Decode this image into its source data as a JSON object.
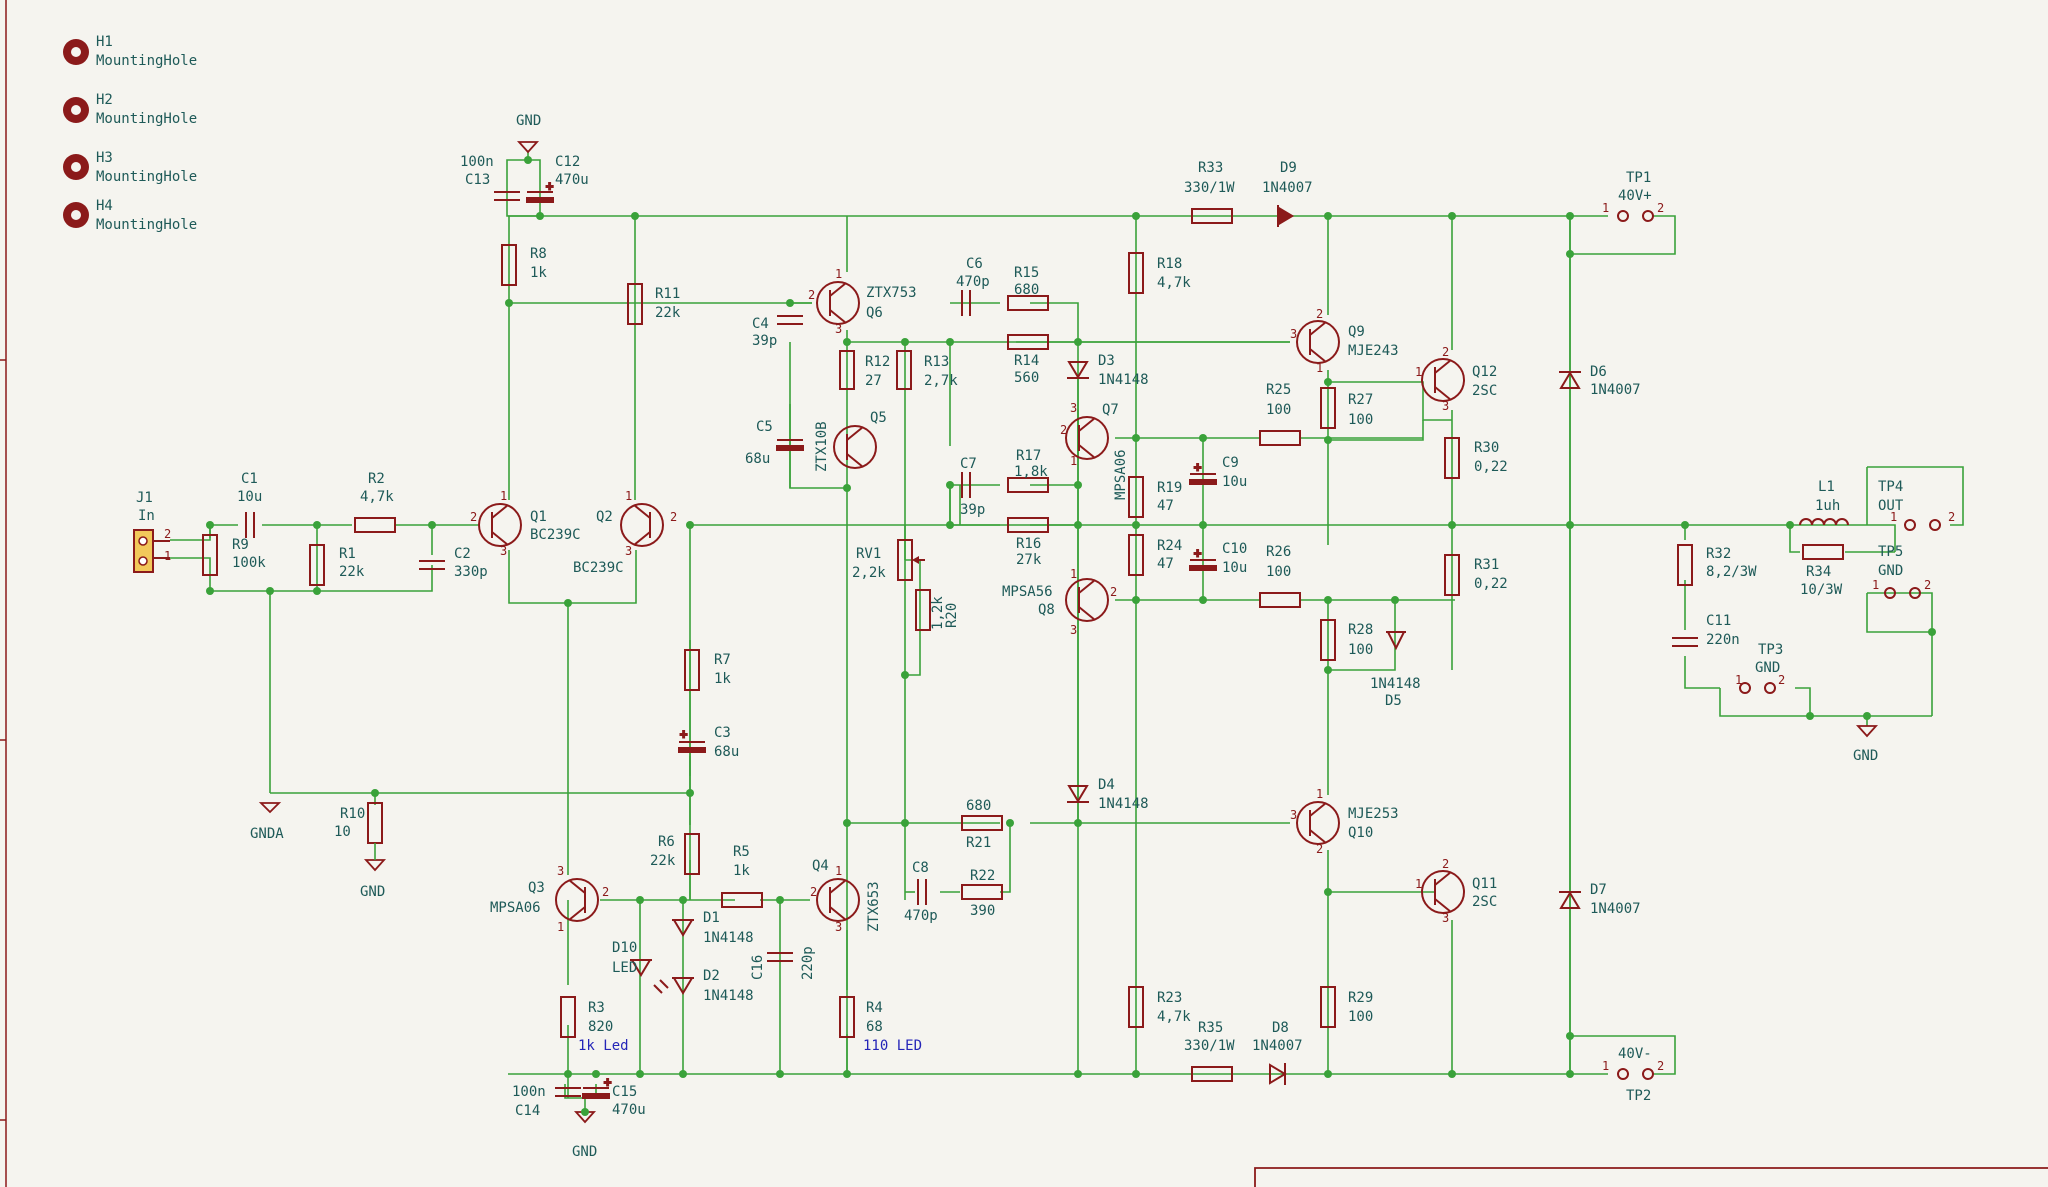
{
  "holes": [
    {
      "ref": "H1",
      "value": "MountingHole"
    },
    {
      "ref": "H2",
      "value": "MountingHole"
    },
    {
      "ref": "H3",
      "value": "MountingHole"
    },
    {
      "ref": "H4",
      "value": "MountingHole"
    }
  ],
  "labels": {
    "J1": "J1",
    "In": "In",
    "C1": "C1",
    "C1v": "10u",
    "R2": "R2",
    "R2v": "4,7k",
    "R9": "R9",
    "R9v": "100k",
    "R1": "R1",
    "R1v": "22k",
    "C2": "C2",
    "C2v": "330p",
    "Q1": "Q1",
    "Q1v": "BC239C",
    "Q2": "Q2",
    "Q2v": "BC239C",
    "GND_top": "GND",
    "C13": "C13",
    "C13v": "100n",
    "C12": "C12",
    "C12v": "470u",
    "R8": "R8",
    "R8v": "1k",
    "R11": "R11",
    "R11v": "22k",
    "C4": "C4",
    "C4v": "39p",
    "Q6": "Q6",
    "Q6v": "ZTX753",
    "R12": "R12",
    "R12v": "27",
    "R13": "R13",
    "R13v": "2,7k",
    "C5": "C5",
    "C5v": "68u",
    "Q5": "Q5",
    "Q5v": "ZTX10B",
    "C6": "C6",
    "C6v": "470p",
    "R15": "R15",
    "R15v": "680",
    "R14": "R14",
    "R14v": "560",
    "D3": "D3",
    "D3v": "1N4148",
    "Q7": "Q7",
    "Q7v": "MPSA06",
    "C7": "C7",
    "C7v": "39p",
    "R17": "R17",
    "R17v": "1,8k",
    "R16": "R16",
    "R16v": "27k",
    "RV1": "RV1",
    "RV1v": "2,2k",
    "R20": "R20",
    "R20v": "1,2k",
    "Q8": "Q8",
    "Q8v": "MPSA56",
    "R18": "R18",
    "R18v": "4,7k",
    "R19": "R19",
    "R19v": "47",
    "R24": "R24",
    "R24v": "47",
    "C9": "C9",
    "C9v": "10u",
    "C10": "C10",
    "C10v": "10u",
    "R33": "R33",
    "R33v": "330/1W",
    "D9": "D9",
    "D9v": "1N4007",
    "Q9": "Q9",
    "Q9v": "MJE243",
    "R25": "R25",
    "R25v": "100",
    "R27": "R27",
    "R27v": "100",
    "Q12": "Q12",
    "Q12v": "2SC",
    "R30": "R30",
    "R30v": "0,22",
    "R31": "R31",
    "R31v": "0,22",
    "R26": "R26",
    "R26v": "100",
    "R28": "R28",
    "R28v": "100",
    "D5": "D5",
    "D5v": "1N4148",
    "D4": "D4",
    "D4v": "1N4148",
    "Q10": "Q10",
    "Q10v": "MJE253",
    "Q11": "Q11",
    "Q11v": "2SC",
    "R29": "R29",
    "R29v": "100",
    "R23": "R23",
    "R23v": "4,7k",
    "R35": "R35",
    "R35v": "330/1W",
    "D8": "D8",
    "D8v": "1N4007",
    "R21": "R21",
    "R21v": "680",
    "C8": "C8",
    "C8v": "470p",
    "R22": "R22",
    "R22v": "390",
    "TP1": "TP1",
    "TP1v": "40V+",
    "TP2": "TP2",
    "TP2v": "40V-",
    "TP3": "TP3",
    "TP3v": "GND",
    "TP4": "TP4",
    "TP4v": "OUT",
    "TP5": "TP5",
    "TP5v": "GND",
    "D6": "D6",
    "D6v": "1N4007",
    "D7": "D7",
    "D7v": "1N4007",
    "L1": "L1",
    "L1v": "1uh",
    "R34": "R34",
    "R34v": "10/3W",
    "R32": "R32",
    "R32v": "8,2/3W",
    "C11": "C11",
    "C11v": "220n",
    "GND_right": "GND",
    "R7": "R7",
    "R7v": "1k",
    "C3": "C3",
    "C3v": "68u",
    "R10": "R10",
    "R10v": "10",
    "GNDA": "GNDA",
    "GND_r10": "GND",
    "R6": "R6",
    "R6v": "22k",
    "R5": "R5",
    "R5v": "1k",
    "Q3": "Q3",
    "Q3v": "MPSA06",
    "Q4": "Q4",
    "Q4v": "ZTX653",
    "D1": "D1",
    "D1v": "1N4148",
    "D2": "D2",
    "D2v": "1N4148",
    "D10": "D10",
    "D10v": "LED",
    "C16": "C16",
    "C16v": "220p",
    "R3": "R3",
    "R3v": "820",
    "R3note": "1k Led",
    "R4": "R4",
    "R4v": "68",
    "R4note": "110 LED",
    "C14": "C14",
    "C14v": "100n",
    "C15": "C15",
    "C15v": "470u",
    "GND_bottom": "GND"
  }
}
